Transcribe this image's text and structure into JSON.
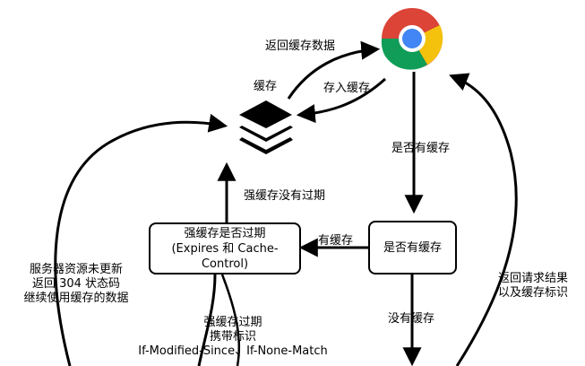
{
  "diagram": {
    "nodes": {
      "browser": {
        "icon": "chrome-browser-icon"
      },
      "cache": {
        "label": "缓存",
        "icon": "layered-stack-icon"
      },
      "strong_cache_check": {
        "line1": "强缓存是否过期",
        "line2": "(Expires 和 Cache-Control)"
      },
      "has_cache_check": {
        "label": "是否有缓存"
      }
    },
    "edges": {
      "return_cache_data": "返回缓存数据",
      "store_cache": "存入缓存",
      "is_cache_present": "是否有缓存",
      "strong_cache_not_expired": "强缓存没有过期",
      "has_cache": "有缓存",
      "no_cache": "没有缓存",
      "not_modified": [
        "服务器资源未更新",
        "返回 304 状态码",
        "继续使用缓存的数据"
      ],
      "return_result": [
        "返回请求结果",
        "以及缓存标识"
      ],
      "strong_cache_expired": [
        "强缓存过期",
        "携带标识",
        "If-Modified-Since、If-None-Match"
      ]
    },
    "colors": {
      "stroke": "#000000",
      "chrome_red": "#DB4437",
      "chrome_yellow": "#F4C20D",
      "chrome_green": "#0F9D58",
      "chrome_blue": "#4285F4"
    }
  }
}
